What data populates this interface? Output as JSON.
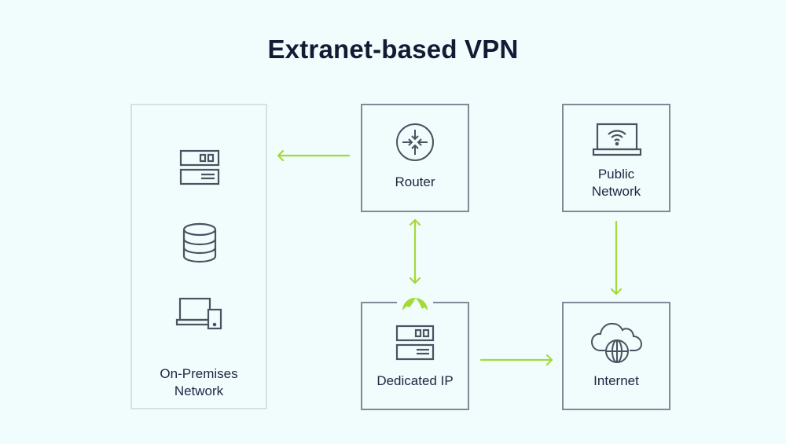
{
  "title": "Extranet-based VPN",
  "colors": {
    "background": "#f1fcfd",
    "box_border": "#7e8a96",
    "light_box_border": "#d3e2e4",
    "icon_stroke": "#4a5360",
    "arrow": "#a4d93a",
    "text": "#1e2540"
  },
  "nodes": {
    "on_premises": {
      "label_line1": "On-Premises",
      "label_line2": "Network",
      "icons": [
        "server-icon",
        "database-icon",
        "laptop-phone-icon"
      ]
    },
    "router": {
      "label": "Router",
      "icon": "router-icon"
    },
    "public_network": {
      "label_line1": "Public",
      "label_line2": "Network",
      "icon": "laptop-wifi-icon"
    },
    "dedicated_ip": {
      "label": "Dedicated IP",
      "icon": "server-icon",
      "badge": "vpn-badge-icon"
    },
    "internet": {
      "label": "Internet",
      "icon": "cloud-globe-icon"
    }
  },
  "edges": [
    {
      "from": "Router",
      "to": "On-Premises Network",
      "direction": "one-way"
    },
    {
      "from": "Router",
      "to": "Dedicated IP",
      "direction": "two-way"
    },
    {
      "from": "Public Network",
      "to": "Internet",
      "direction": "one-way"
    },
    {
      "from": "Dedicated IP",
      "to": "Internet",
      "direction": "one-way"
    }
  ]
}
